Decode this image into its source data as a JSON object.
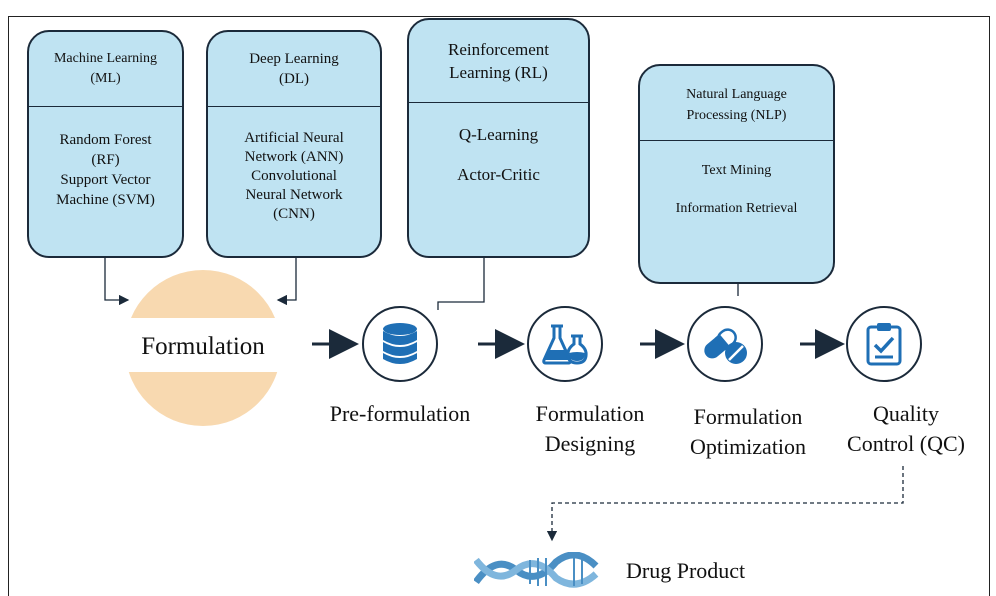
{
  "boxes": {
    "ml": {
      "title": [
        "Machine Learning",
        "(ML)"
      ],
      "items": [
        "Random Forest",
        "(RF)",
        "Support Vector",
        "Machine (SVM)"
      ]
    },
    "dl": {
      "title": [
        "Deep Learning",
        "(DL)"
      ],
      "items": [
        "Artificial Neural",
        "Network (ANN)",
        "Convolutional",
        "Neural Network",
        "(CNN)"
      ]
    },
    "rl": {
      "title": [
        "Reinforcement",
        "Learning (RL)"
      ],
      "items": [
        "Q-Learning",
        "Actor-Critic"
      ]
    },
    "nlp": {
      "title": [
        "Natural Language",
        "Processing (NLP)"
      ],
      "items": [
        "Text Mining",
        "Information Retrieval"
      ]
    }
  },
  "formulation_label": "Formulation",
  "steps": [
    {
      "lines": [
        "Pre-formulation"
      ],
      "icon": "database-icon"
    },
    {
      "lines": [
        "Formulation",
        "Designing"
      ],
      "icon": "lab-flasks-icon"
    },
    {
      "lines": [
        "Formulation",
        "Optimization"
      ],
      "icon": "pills-icon"
    },
    {
      "lines": [
        "Quality",
        "Control (QC)"
      ],
      "icon": "clipboard-check-icon"
    }
  ],
  "product_label": "Drug Product",
  "colors": {
    "box_fill": "#bfe3f2",
    "box_border": "#1b2a3a",
    "icon_blue": "#1f6fb5",
    "formulation_fill": "#f8d9b0",
    "arrow": "#1b2a3a",
    "dna_blue": "#4a8fc4"
  }
}
